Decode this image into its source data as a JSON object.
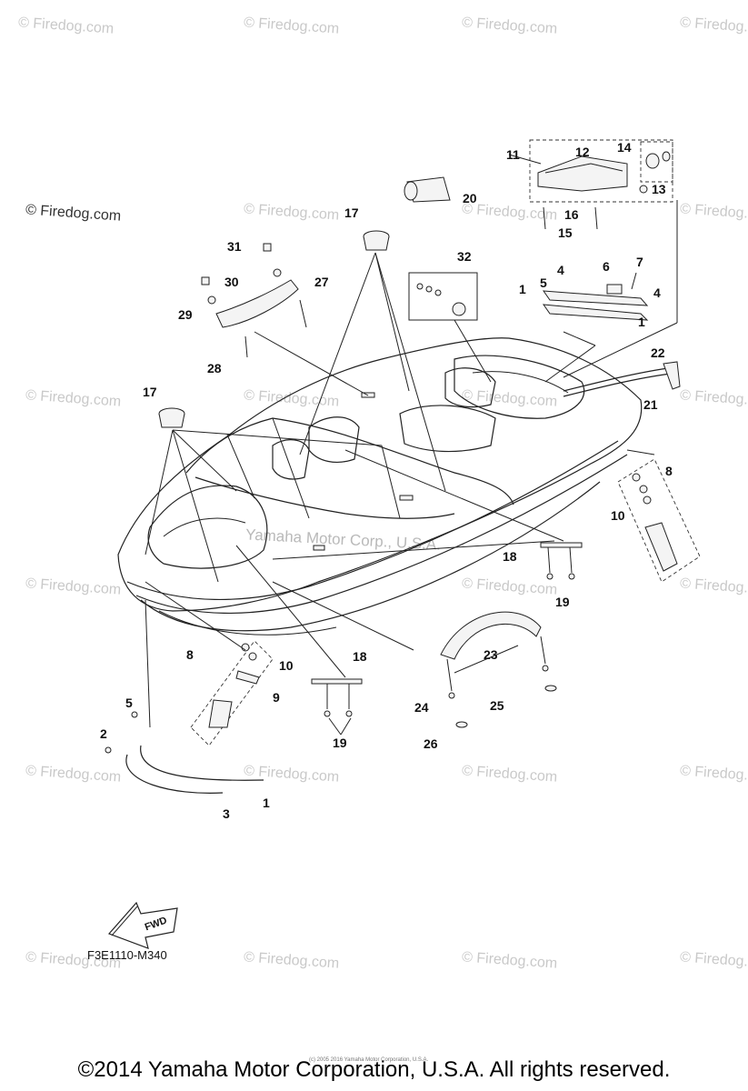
{
  "watermark_text": "© Firedog.com",
  "center_watermark": "Yamaha Motor Corp., U.S.A.",
  "diagram_code": "F3E1110-M340",
  "fwd_label": "FWD",
  "copyright": "©2014 Yamaha Motor Corporation, U.S.A. All rights reserved.",
  "tiny_text": "(c) 2005 2016 Yamaha Motor Corporation, U.S.A.",
  "callouts": {
    "c11": "11",
    "c12": "12",
    "c14": "14",
    "c13": "13",
    "c16": "16",
    "c15": "15",
    "c20": "20",
    "c17a": "17",
    "c31": "31",
    "c30": "30",
    "c27": "27",
    "c29": "29",
    "c28": "28",
    "c32": "32",
    "c6": "6",
    "c7": "7",
    "c4a": "4",
    "c5": "5",
    "c1a": "1",
    "c4b": "4",
    "c1b": "1",
    "c22": "22",
    "c21": "21",
    "c17b": "17",
    "c8a": "8",
    "c10a": "10",
    "c18a": "18",
    "c19a": "19",
    "c23": "23",
    "c8b": "8",
    "c10b": "10",
    "c9": "9",
    "c18b": "18",
    "c19b": "19",
    "c5b": "5",
    "c2": "2",
    "c1c": "1",
    "c3": "3",
    "c24": "24",
    "c25": "25",
    "c26": "26"
  }
}
